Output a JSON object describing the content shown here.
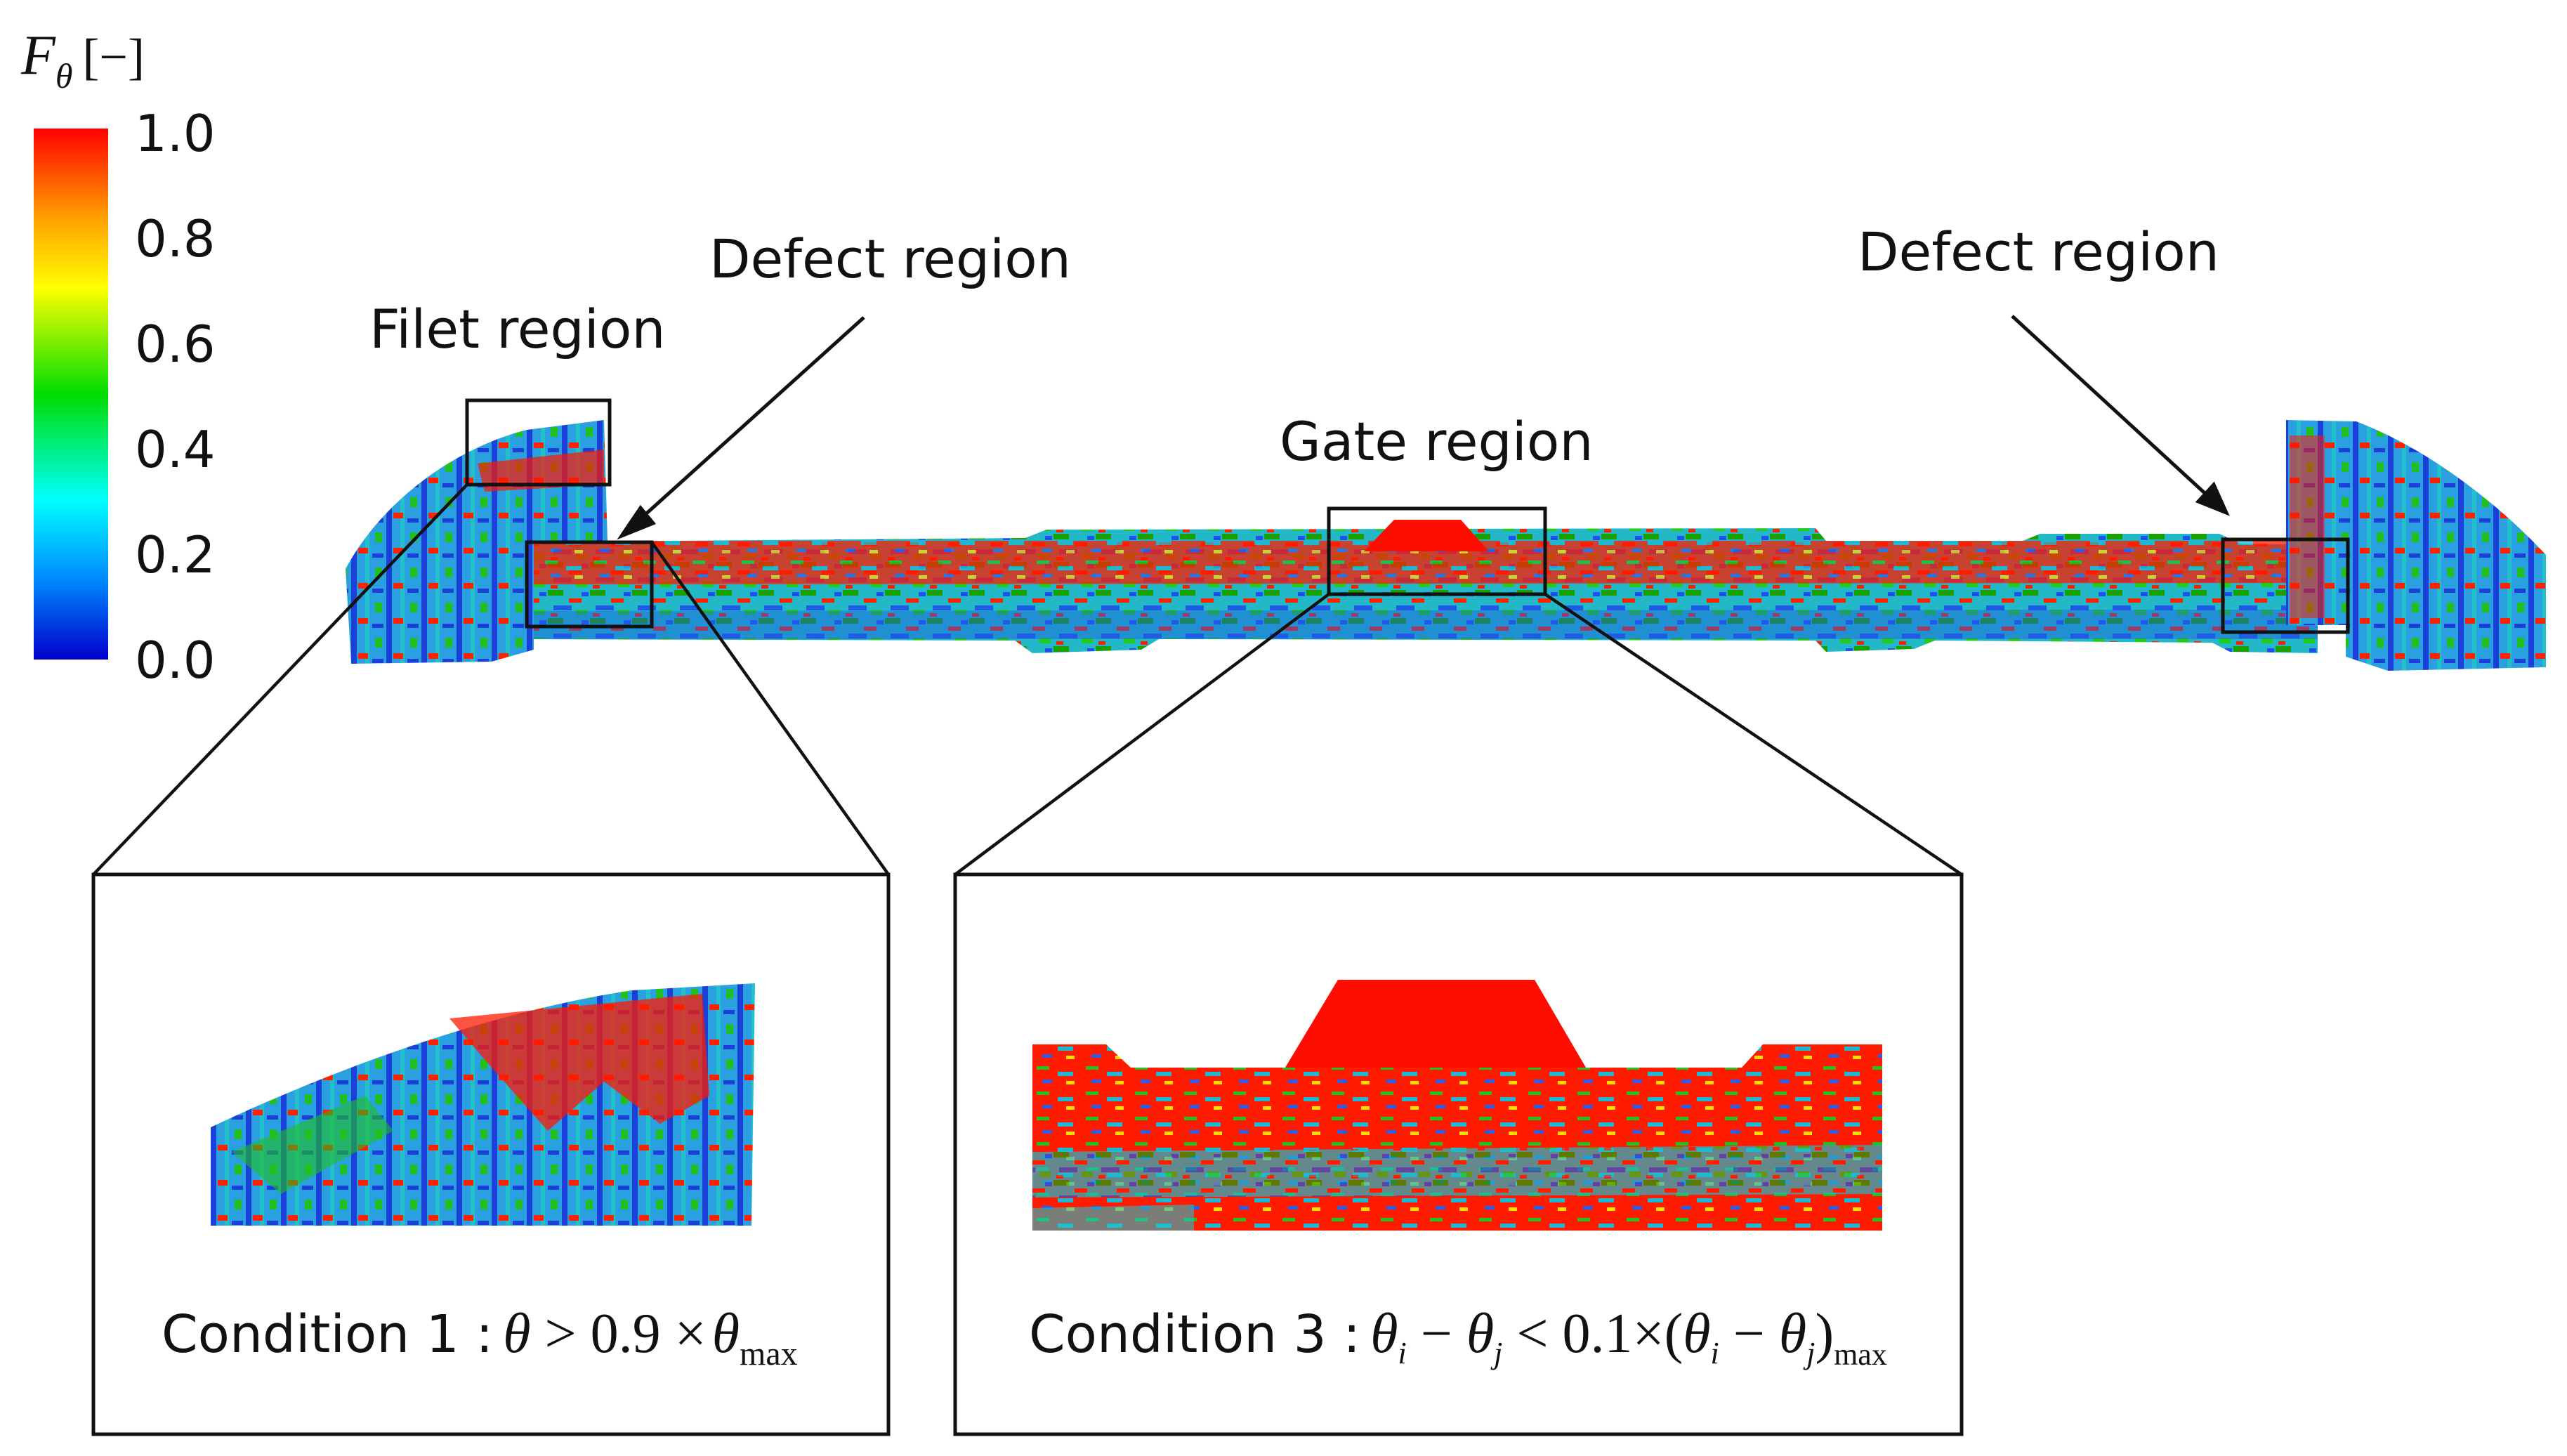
{
  "colorbar": {
    "symbol": "F",
    "subscript": "θ",
    "unit": "[−]",
    "ticks": [
      "1.0",
      "0.8",
      "0.6",
      "0.4",
      "0.2",
      "0.0"
    ],
    "colors": [
      "#ff0000",
      "#ff9900",
      "#ffff00",
      "#00dd00",
      "#00ffff",
      "#0088ff",
      "#0000cc"
    ]
  },
  "labels": {
    "filet_region": "Filet region",
    "defect_region_left": "Defect region",
    "defect_region_right": "Defect region",
    "gate_region": "Gate region"
  },
  "conditions": {
    "left": {
      "prefix": "Condition 1 :",
      "theta": "θ",
      "op": " > 0.9 ×",
      "theta_max": "θ",
      "max_sub": "max"
    },
    "right": {
      "prefix": "Condition 3 :",
      "theta1": "θ",
      "sub_i": "i",
      "minus": " − ",
      "theta2": "θ",
      "sub_j": "j",
      "op": " < 0.1×(",
      "theta3": "θ",
      "sub_i2": "i",
      "minus2": " − ",
      "theta4": "θ",
      "sub_j2": "j",
      "close": ")",
      "max_sub": "max"
    }
  }
}
